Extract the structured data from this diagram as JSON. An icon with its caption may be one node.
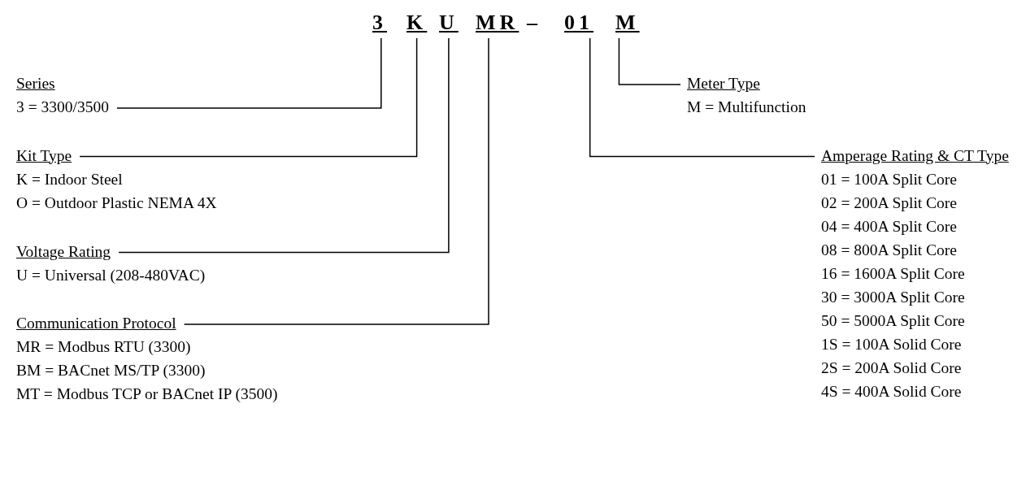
{
  "diagram": {
    "nodes": [
      {
        "text": [
          "3"
        ]
      },
      {
        "text": [
          "K"
        ]
      },
      {
        "text": [
          "U"
        ]
      },
      {
        "text": [
          "MR"
        ]
      },
      {
        "text": [
          "01"
        ]
      },
      {
        "text": [
          "M"
        ]
      },
      {
        "text": [
          "Series",
          "3 = 3300/3500"
        ]
      },
      {
        "text": [
          "Kit Type",
          "K = Indoor Steel",
          "O = Outdoor Plastic NEMA 4X"
        ]
      },
      {
        "text": [
          "Voltage Rating",
          "U = Universal (208-480VAC)"
        ]
      },
      {
        "text": [
          "Communication Protocol",
          "MR = Modbus RTU (3300)",
          "BM = BACnet MS/TP (3300)",
          "MT = Modbus TCP or BACnet IP (3500)"
        ]
      },
      {
        "text": [
          "Meter Type",
          "M = Multifunction"
        ]
      },
      {
        "text": [
          "Amperage Rating & CT Type",
          "01 = 100A Split Core",
          "02 = 200A Split Core",
          "04 = 400A Split Core",
          "08 = 800A Split Core",
          "16 = 1600A Split Core",
          "30 = 3000A Split Core",
          "50 = 5000A Split Core",
          "1S = 100A Solid Core",
          "2S = 200A Solid Core",
          "4S = 400A Solid Core"
        ]
      }
    ],
    "edges": [
      {
        "from": 6,
        "to": 0,
        "arrow": "none"
      },
      {
        "from": 7,
        "to": 1,
        "arrow": "none"
      },
      {
        "from": 8,
        "to": 2,
        "arrow": "none"
      },
      {
        "from": 9,
        "to": 3,
        "arrow": "none"
      },
      {
        "from": 10,
        "to": 5,
        "arrow": "none"
      },
      {
        "from": 11,
        "to": 4,
        "arrow": "none"
      }
    ],
    "labels": [
      "–"
    ]
  }
}
